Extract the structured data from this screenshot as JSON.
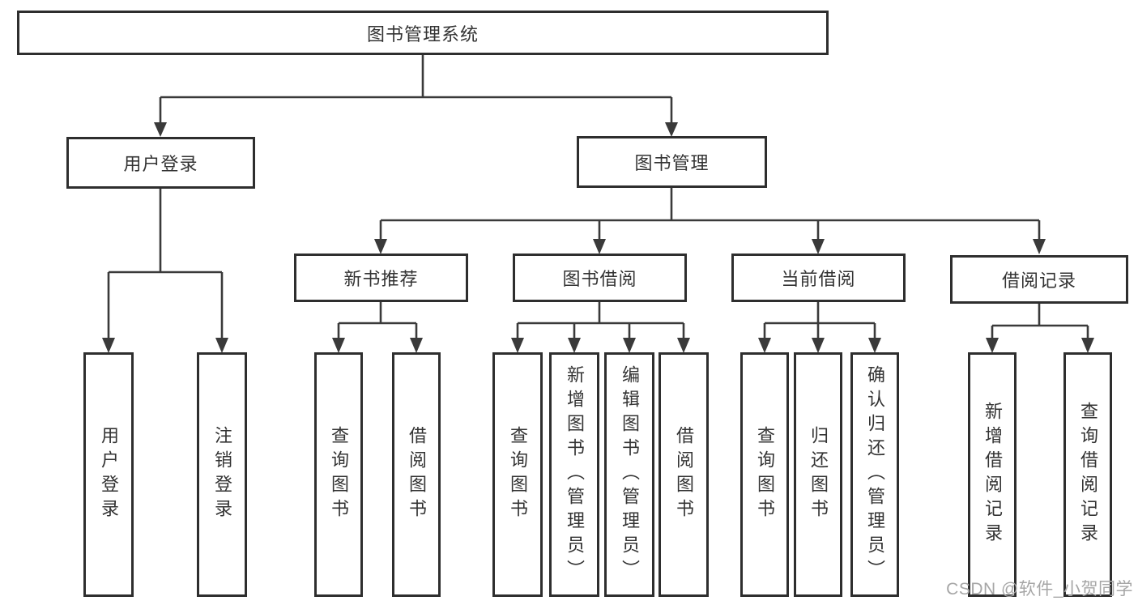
{
  "diagram": {
    "root": {
      "label": "图书管理系统"
    },
    "level2": [
      {
        "label": "用户登录"
      },
      {
        "label": "图书管理"
      }
    ],
    "level3": [
      {
        "label": "新书推荐"
      },
      {
        "label": "图书借阅"
      },
      {
        "label": "当前借阅"
      },
      {
        "label": "借阅记录"
      }
    ],
    "leaves": {
      "user_login": [
        {
          "label": "用户登录"
        },
        {
          "label": "注销登录"
        }
      ],
      "new_book": [
        {
          "label": "查询图书"
        },
        {
          "label": "借阅图书"
        }
      ],
      "book_borrow": [
        {
          "label": "查询图书"
        },
        {
          "label": "新增图书（管理员）"
        },
        {
          "label": "编辑图书（管理员）"
        },
        {
          "label": "借阅图书"
        }
      ],
      "current_borrow": [
        {
          "label": "查询图书"
        },
        {
          "label": "归还图书"
        },
        {
          "label": "确认归还（管理员）"
        }
      ],
      "borrow_records": [
        {
          "label": "新增借阅记录"
        },
        {
          "label": "查询借阅记录"
        }
      ]
    },
    "watermark": "CSDN @软件_小贺同学",
    "colors": {
      "line": "#3a3a3a",
      "border": "#2e2e2e",
      "text": "#333333",
      "watermark": "#a6a6a6",
      "background": "#ffffff"
    }
  }
}
